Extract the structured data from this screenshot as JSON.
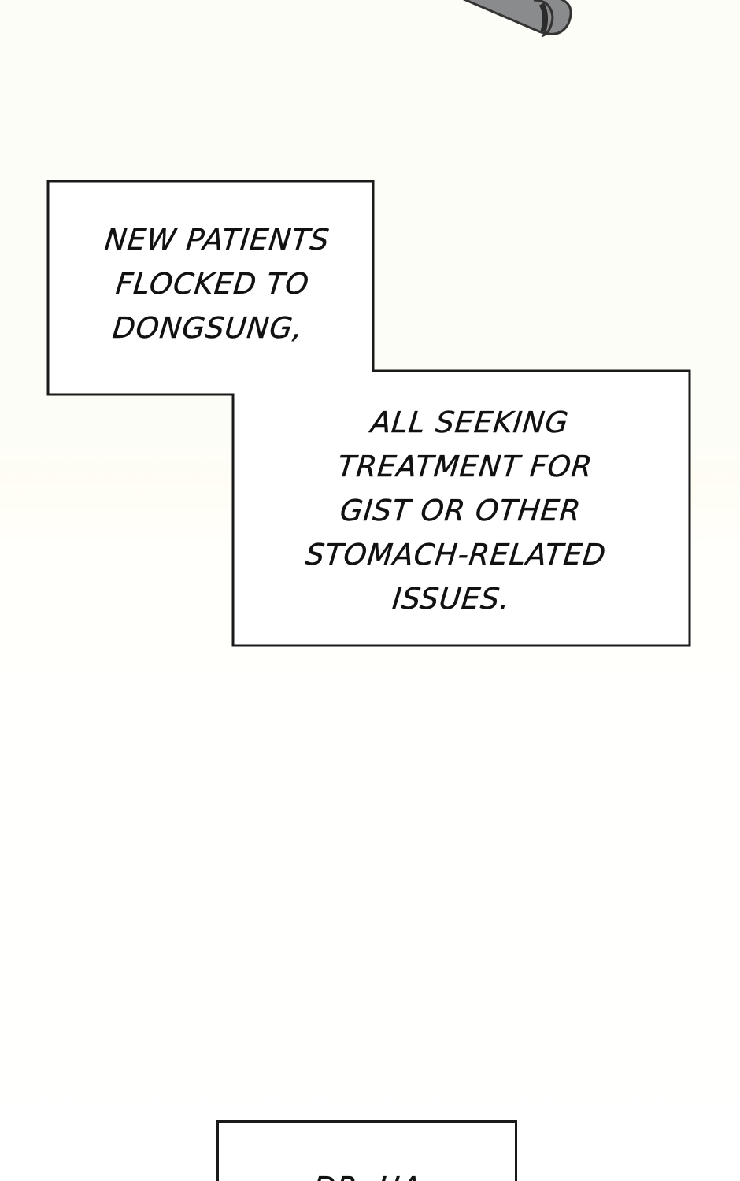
{
  "panel": {
    "caption_1": {
      "lines": [
        "NEW PATIENTS",
        "FLOCKED TO",
        "DONGSUNG,"
      ]
    },
    "caption_2": {
      "lines": [
        "ALL SEEKING",
        "TREATMENT FOR",
        "GIST OR OTHER",
        "STOMACH-RELATED",
        "ISSUES."
      ]
    },
    "caption_3": {
      "lines": [
        "DR. HA"
      ]
    }
  },
  "colors": {
    "background": "#fdfdf8",
    "box_border": "#1a1a1a",
    "text": "#111111",
    "object_grey": "#7f8082"
  }
}
